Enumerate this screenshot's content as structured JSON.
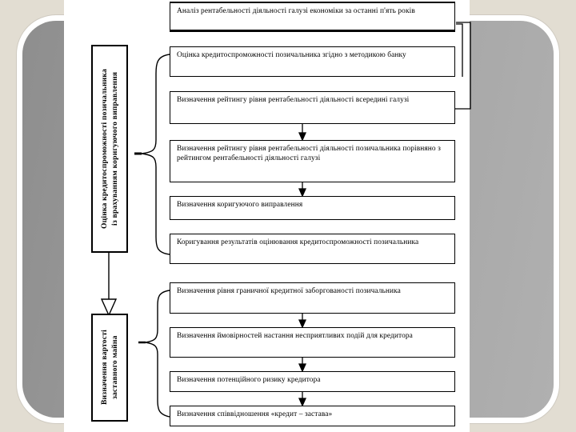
{
  "slide": {
    "background_color": "#e2ddd2",
    "plate_color": "#9a9a9a",
    "panel_color": "#ffffff",
    "line_color": "#000000"
  },
  "groups": [
    {
      "id": "group-creditworthiness",
      "label": "Оцінка кредитоспроможності позичальника\nіз врахуванням коригуючого виправлення"
    },
    {
      "id": "group-collateral-value",
      "label": "Визначення вартості\nзаставного майна"
    }
  ],
  "steps": [
    {
      "id": "step-1",
      "text": "Аналіз рентабельності діяльності галузі економіки за останні п'ять років"
    },
    {
      "id": "step-2",
      "text": "Оцінка кредитоспроможності позичальника згідно з методикою банку"
    },
    {
      "id": "step-3",
      "text": "Визначення рейтингу  рівня рентабельності діяльності всередині галузі"
    },
    {
      "id": "step-4",
      "text": "Визначення рейтингу рівня рентабельності діяльності позичальника порівняно з рейтингом рентабельності діяльності галузі"
    },
    {
      "id": "step-5",
      "text": "Визначення коригуючого виправлення"
    },
    {
      "id": "step-6",
      "text": "Коригування результатів оцінювання кредитоспроможності позичальника"
    },
    {
      "id": "step-7",
      "text": "Визначення рівня граничної кредитної заборгованості позичальника"
    },
    {
      "id": "step-8",
      "text": "Визначення ймовірностей настання несприятливих подій для кредитора"
    },
    {
      "id": "step-9",
      "text": "Визначення потенційного ризику кредитора"
    },
    {
      "id": "step-10",
      "text": "Визначення співвідношення «кредит – застава»"
    }
  ]
}
